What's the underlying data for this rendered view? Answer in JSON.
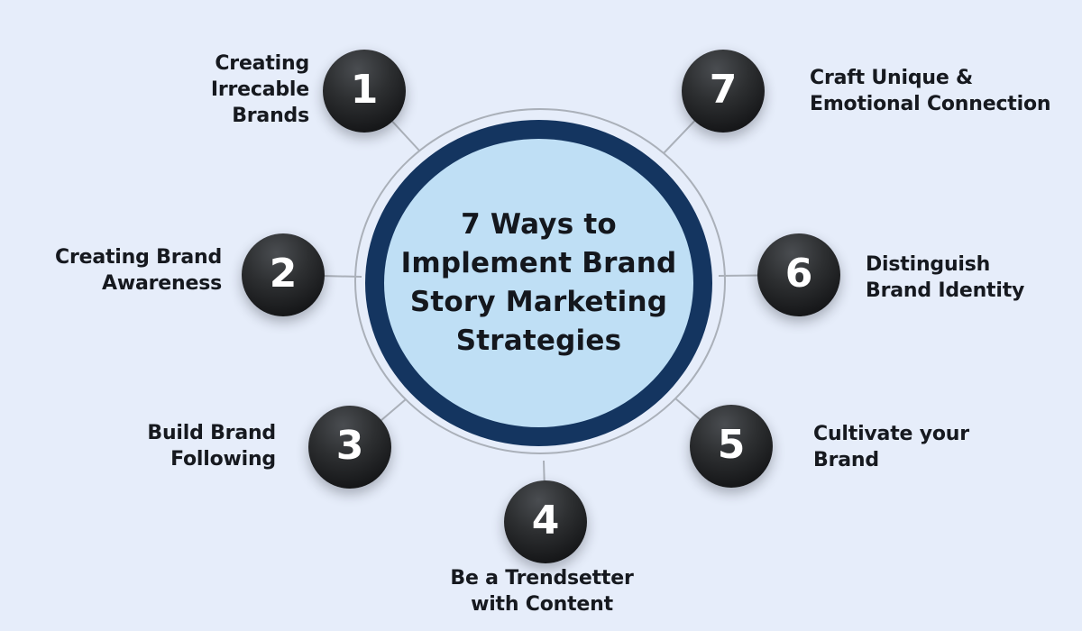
{
  "background_color": "#e6edfa",
  "text_color": "#16191f",
  "connector_color": "#aab0b9",
  "center": {
    "title": "7 Ways to\nImplement Brand\nStory Marketing\nStrategies",
    "fill_color": "#bfdff5",
    "ring_color": "#143560"
  },
  "node_style": {
    "circle_top_color": "#4a4d51",
    "circle_bottom_color": "#0b0c0d",
    "number_color": "#ffffff"
  },
  "nodes": [
    {
      "number": "1",
      "label": "Creating\nIrrecable\nBrands"
    },
    {
      "number": "2",
      "label": "Creating Brand\nAwareness"
    },
    {
      "number": "3",
      "label": "Build Brand\nFollowing"
    },
    {
      "number": "4",
      "label": "Be a Trendsetter\nwith Content"
    },
    {
      "number": "5",
      "label": "Cultivate your\nBrand"
    },
    {
      "number": "6",
      "label": "Distinguish\nBrand Identity"
    },
    {
      "number": "7",
      "label": "Craft Unique &\nEmotional Connection"
    }
  ]
}
